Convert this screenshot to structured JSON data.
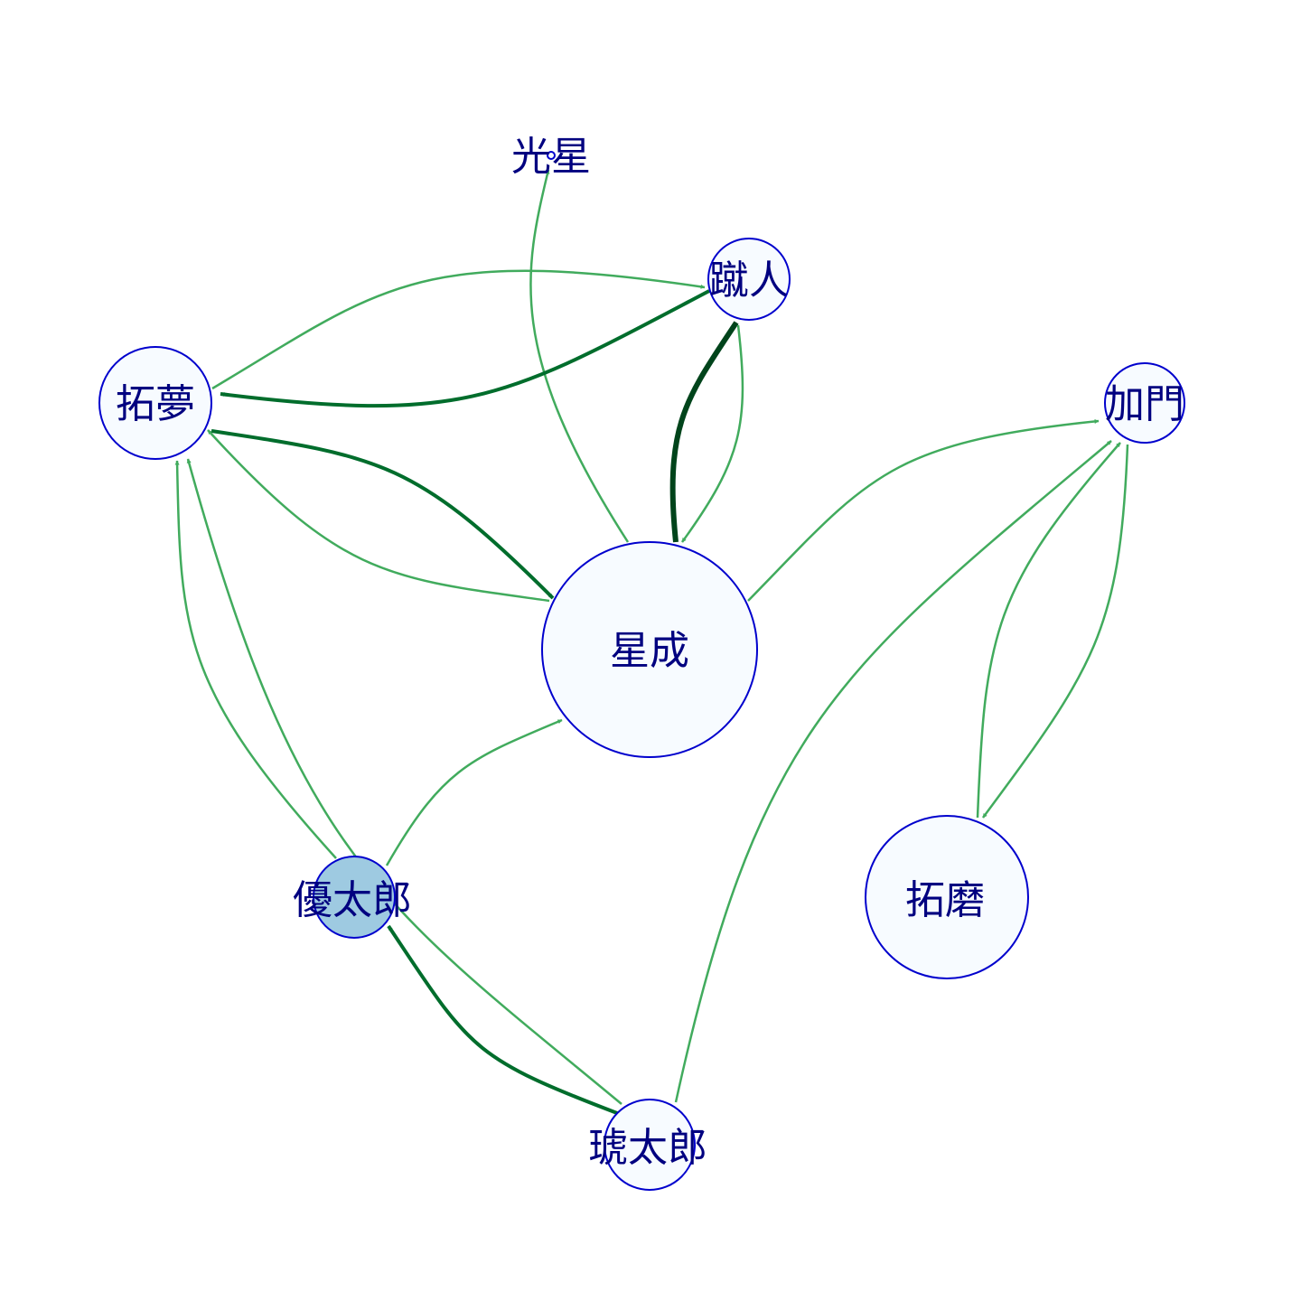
{
  "nodes": [
    {
      "id": "kosei",
      "label": "光星",
      "fill": "#f7fbff"
    },
    {
      "id": "shuto",
      "label": "蹴人",
      "fill": "#f7fbff"
    },
    {
      "id": "takumu",
      "label": "拓夢",
      "fill": "#f7fbff"
    },
    {
      "id": "kamon",
      "label": "加門",
      "fill": "#f7fbff"
    },
    {
      "id": "seisei",
      "label": "星成",
      "fill": "#f7fbff"
    },
    {
      "id": "yutaro",
      "label": "優太郎",
      "fill": "#9ecae1"
    },
    {
      "id": "takuma",
      "label": "拓磨",
      "fill": "#f7fbff"
    },
    {
      "id": "kotaro",
      "label": "琥太郎",
      "fill": "#f7fbff"
    }
  ],
  "edges": [
    {
      "from": "seisei",
      "to": "kosei",
      "weight": 1
    },
    {
      "from": "takumu",
      "to": "shuto",
      "weight": 1
    },
    {
      "from": "shuto",
      "to": "takumu",
      "weight": 3
    },
    {
      "from": "seisei",
      "to": "shuto",
      "weight": 4
    },
    {
      "from": "shuto",
      "to": "seisei",
      "weight": 1
    },
    {
      "from": "takumu",
      "to": "seisei",
      "weight": 3
    },
    {
      "from": "seisei",
      "to": "takumu",
      "weight": 1
    },
    {
      "from": "seisei",
      "to": "kamon",
      "weight": 1
    },
    {
      "from": "kotaro",
      "to": "kamon",
      "weight": 1
    },
    {
      "from": "takuma",
      "to": "kamon",
      "weight": 1
    },
    {
      "from": "kamon",
      "to": "takuma",
      "weight": 1
    },
    {
      "from": "yutaro",
      "to": "seisei",
      "weight": 1
    },
    {
      "from": "yutaro",
      "to": "takumu",
      "weight": 1
    },
    {
      "from": "kotaro",
      "to": "takumu",
      "weight": 1
    },
    {
      "from": "kotaro",
      "to": "yutaro",
      "weight": 3
    }
  ],
  "colors": {
    "node_stroke": "#0000cd",
    "label": "#000080",
    "edge_light": "#41ab5d",
    "edge_mid": "#006d2c",
    "edge_dark": "#00441b"
  }
}
